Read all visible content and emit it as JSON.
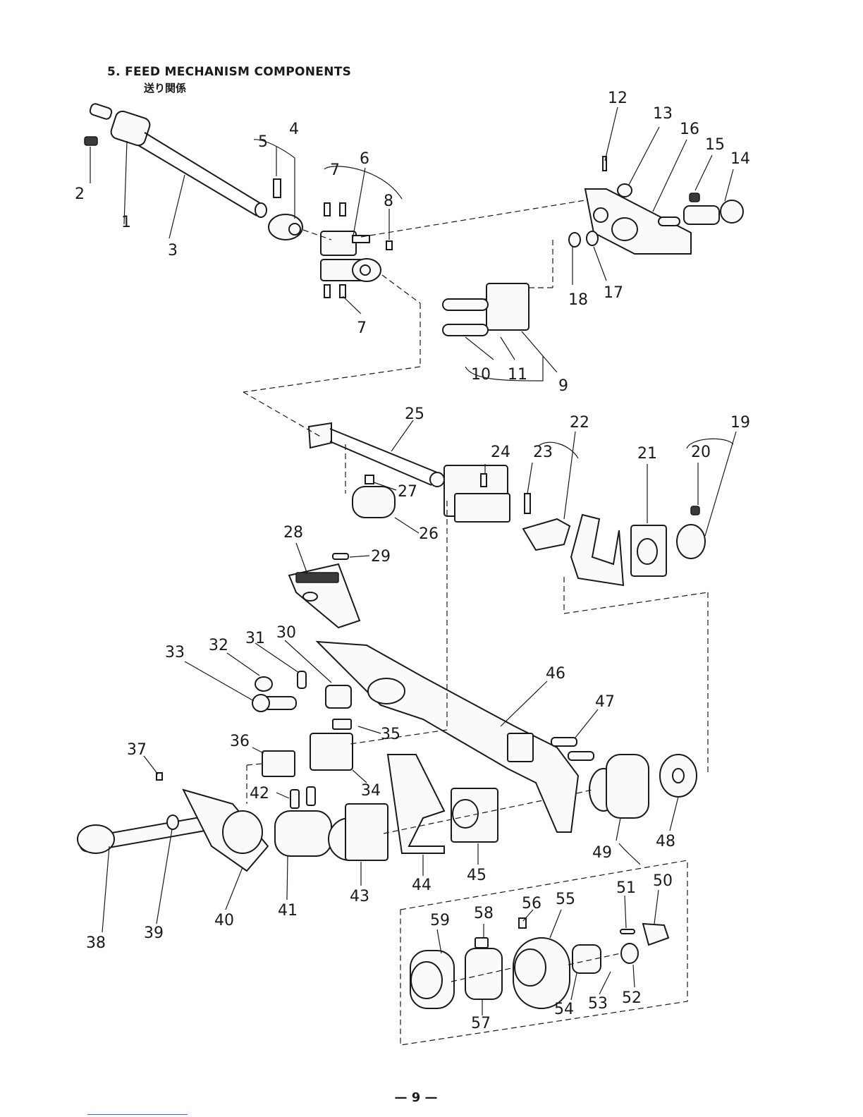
{
  "header": {
    "title": "5.  FEED MECHANISM COMPONENTS",
    "subtitle": "送り関係"
  },
  "diagram": {
    "part_numbers": [
      "1",
      "2",
      "3",
      "4",
      "5",
      "6",
      "7",
      "7",
      "8",
      "9",
      "10",
      "11",
      "12",
      "13",
      "14",
      "15",
      "16",
      "17",
      "18",
      "19",
      "20",
      "21",
      "22",
      "23",
      "24",
      "25",
      "26",
      "27",
      "28",
      "29",
      "30",
      "31",
      "32",
      "33",
      "34",
      "35",
      "36",
      "37",
      "38",
      "39",
      "40",
      "41",
      "42",
      "43",
      "44",
      "45",
      "46",
      "47",
      "48",
      "49",
      "50",
      "51",
      "52",
      "53",
      "54",
      "55",
      "56",
      "57",
      "58",
      "59"
    ]
  },
  "footer": {
    "page_number": "— 9 —"
  }
}
